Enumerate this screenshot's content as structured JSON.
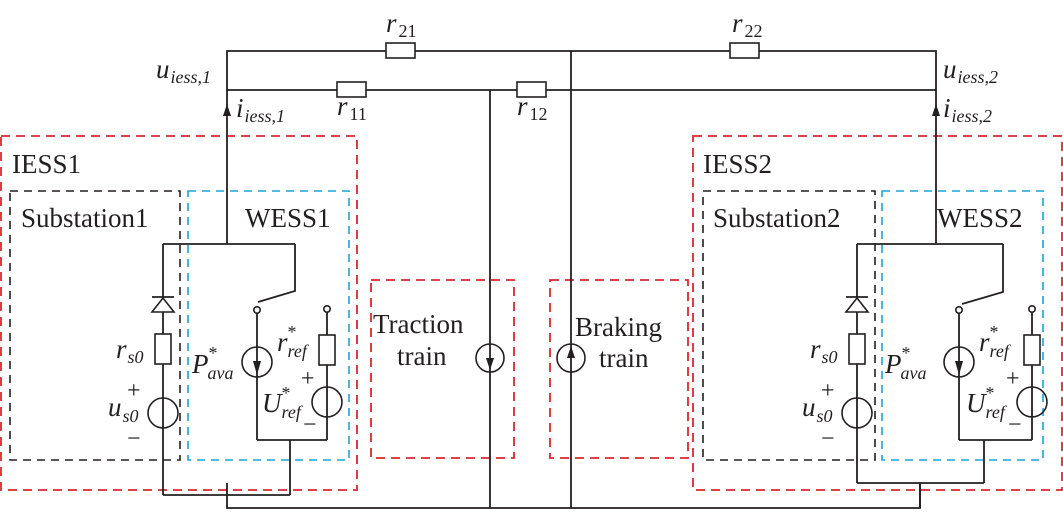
{
  "diagram": {
    "type": "circuit-schematic",
    "colors": {
      "wire": "#231f20",
      "iess_box": "#d7282f",
      "substation_box": "#231f20",
      "wess_box": "#1aa3d9",
      "train_box": "#d7282f"
    },
    "lines": {
      "r21": {
        "main": "r",
        "sub": "21"
      },
      "r22": {
        "main": "r",
        "sub": "22"
      },
      "r11": {
        "main": "r",
        "sub": "11"
      },
      "r12": {
        "main": "r",
        "sub": "12"
      }
    },
    "nodes": {
      "u1": {
        "main": "u",
        "sub": "iess,1"
      },
      "i1": {
        "main": "i",
        "sub": "iess,1"
      },
      "u2": {
        "main": "u",
        "sub": "iess,2"
      },
      "i2": {
        "main": "i",
        "sub": "iess,2"
      }
    },
    "blocks": {
      "iess1": "IESS1",
      "iess2": "IESS2",
      "substation1": "Substation1",
      "substation2": "Substation2",
      "wess1": "WESS1",
      "wess2": "WESS2",
      "traction_line1": "Traction",
      "traction_line2": "train",
      "braking_line1": "Braking",
      "braking_line2": "train"
    },
    "components": {
      "rs0": {
        "main": "r",
        "sub": "s0"
      },
      "us0": {
        "main": "u",
        "sub": "s0"
      },
      "pava": {
        "main": "P",
        "sup": "*",
        "sub": "ava"
      },
      "rref": {
        "main": "r",
        "sup": "*",
        "sub": "ref"
      },
      "uref": {
        "main": "U",
        "sup": "*",
        "sub": "ref"
      },
      "plus": "+",
      "minus": "−"
    }
  }
}
